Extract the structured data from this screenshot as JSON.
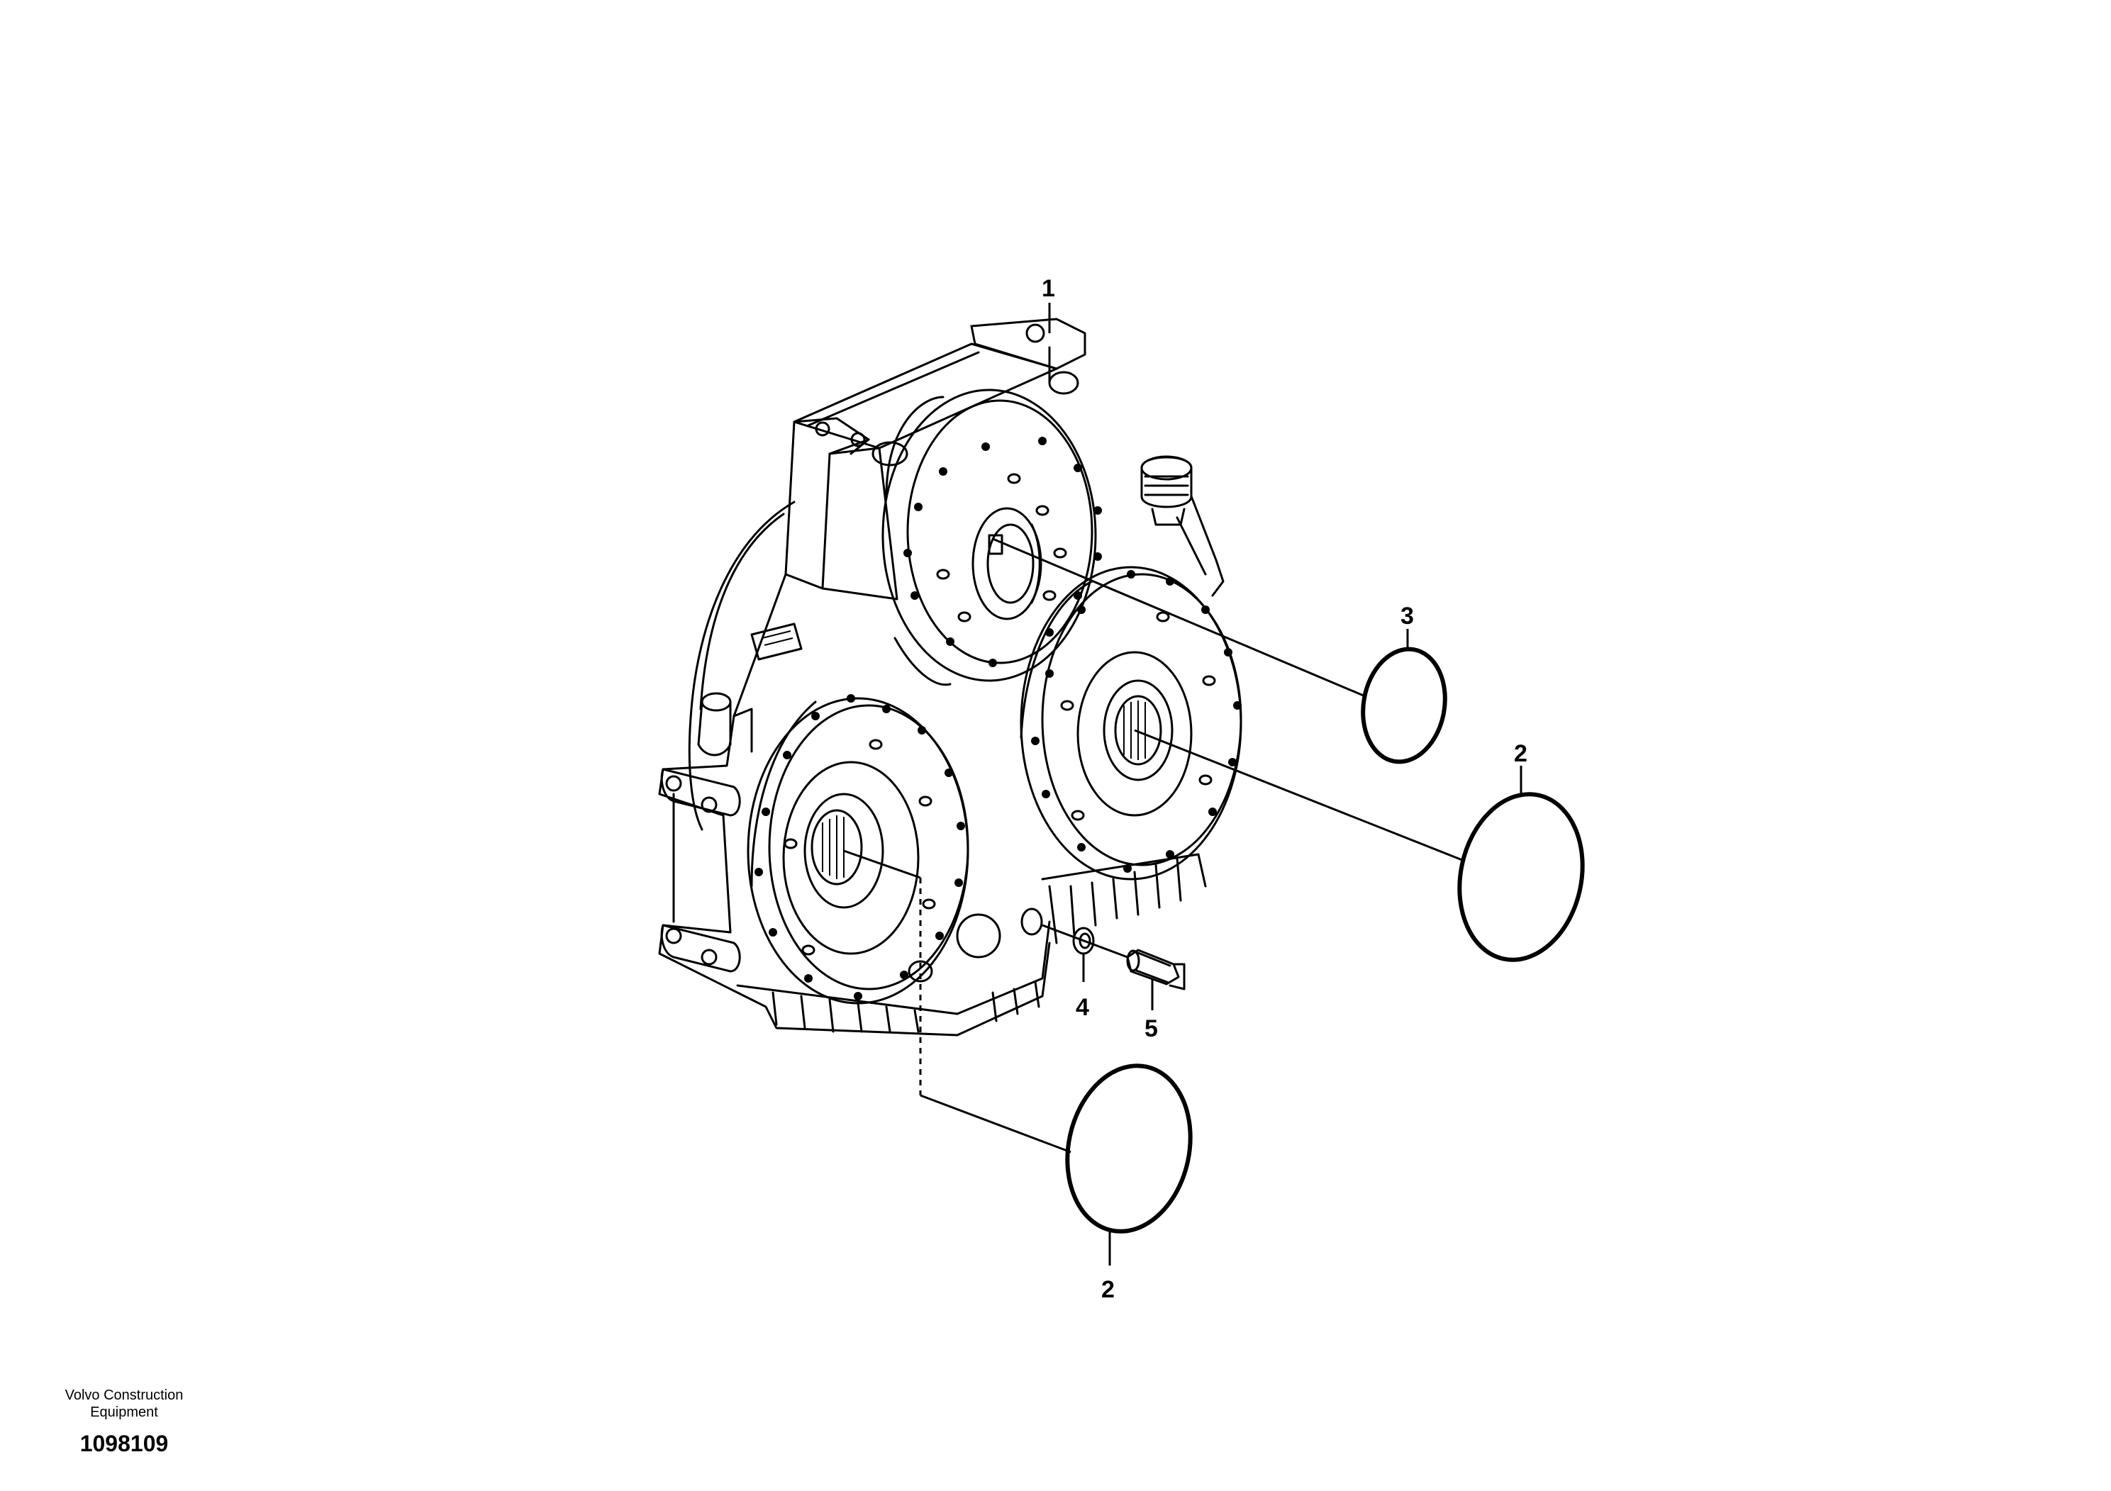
{
  "callouts": {
    "item1": "1",
    "item2_right": "2",
    "item2_bottom": "2",
    "item3": "3",
    "item4": "4",
    "item5": "5"
  },
  "footer": {
    "brand_line1": "Volvo Construction",
    "brand_line2": "Equipment",
    "drawing_number": "1098109"
  }
}
